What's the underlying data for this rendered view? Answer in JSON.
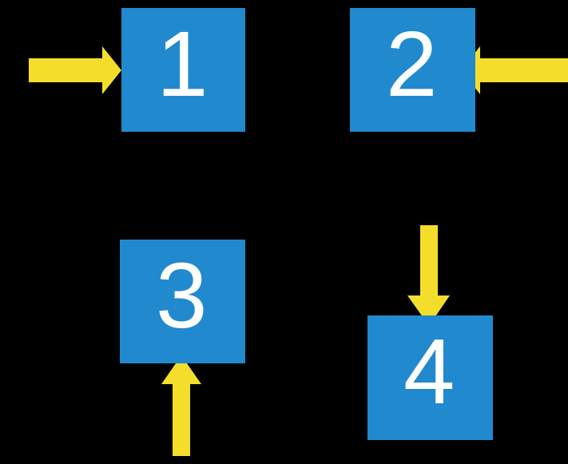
{
  "diagram": {
    "title": "Four numbered boxes with directional arrows",
    "background_color": "#000000",
    "box_color": "#2189CE",
    "arrow_color": "#F5DE2B",
    "label_color": "#FFFFFF",
    "nodes": [
      {
        "id": "box-1",
        "label": "1",
        "name": "box-one"
      },
      {
        "id": "box-2",
        "label": "2",
        "name": "box-two"
      },
      {
        "id": "box-3",
        "label": "3",
        "name": "box-three"
      },
      {
        "id": "box-4",
        "label": "4",
        "name": "box-four"
      }
    ],
    "arrows": [
      {
        "id": "arrow-into-1",
        "direction": "right",
        "target": "1",
        "name": "arrow-right-into-box-one"
      },
      {
        "id": "arrow-into-2",
        "direction": "left",
        "target": "2",
        "name": "arrow-left-into-box-two"
      },
      {
        "id": "arrow-into-3",
        "direction": "up",
        "target": "3",
        "name": "arrow-up-into-box-three"
      },
      {
        "id": "arrow-into-4",
        "direction": "down",
        "target": "4",
        "name": "arrow-down-into-box-four"
      }
    ]
  }
}
